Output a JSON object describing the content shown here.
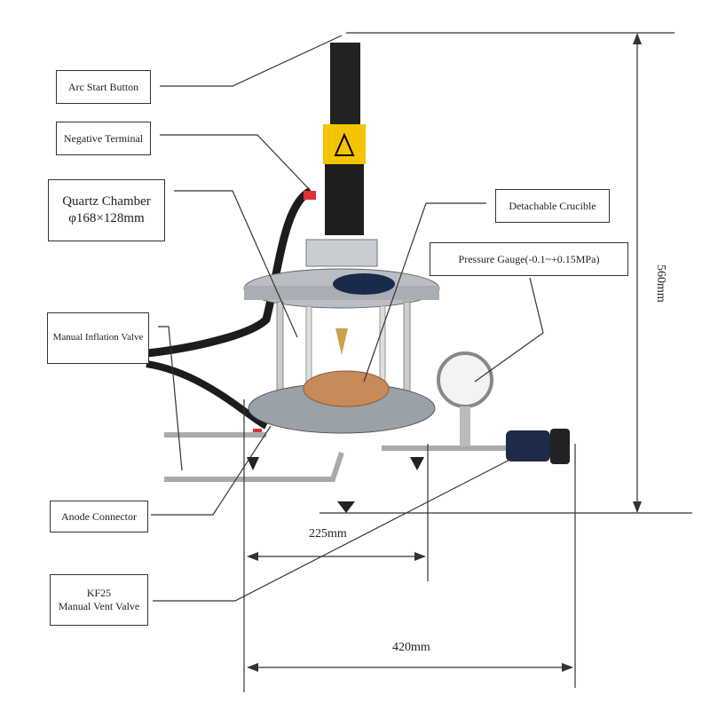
{
  "labels": {
    "arc_start": "Arc Start Button",
    "negative_terminal": "Negative Terminal",
    "quartz_chamber_1": "Quartz Chamber",
    "quartz_chamber_2": "φ168×128mm",
    "manual_inflation": "Manual Inflation Valve",
    "crucible": "Detachable Crucible",
    "pressure_gauge": "Pressure Gauge(-0.1~+0.15MPa)",
    "anode": "Anode Connector",
    "kf25_1": "KF25",
    "kf25_2": "Manual Vent Valve"
  },
  "dimensions": {
    "height": "560mm",
    "inner_width": "225mm",
    "total_width": "420mm"
  },
  "colors": {
    "line": "#333333",
    "metal": "#b9bec4",
    "copper": "#c98a5a",
    "cable": "#1c1c1c",
    "red": "#e0303a",
    "yellow": "#f2c500"
  }
}
